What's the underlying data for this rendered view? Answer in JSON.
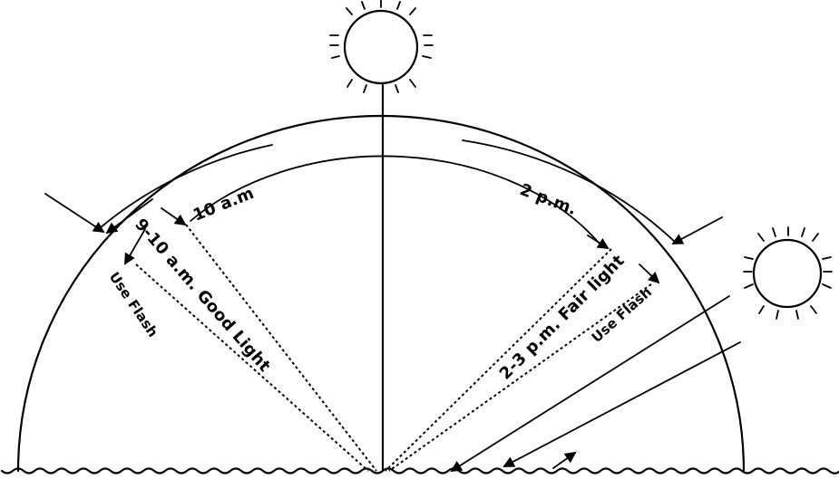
{
  "labels": {
    "ten_am": "10 a.m",
    "two_pm": "2 p.m.",
    "nine_to_ten": "9-10 a.m. Good Light",
    "two_to_three": "2-3 p.m. Fair light",
    "left_flash": "Use Flash",
    "right_flash": "Use Flash"
  },
  "colors": {
    "ink": "#000000",
    "paper": "#ffffff"
  },
  "icons": {
    "top_sun": "sun-icon",
    "right_sun": "sun-icon"
  }
}
